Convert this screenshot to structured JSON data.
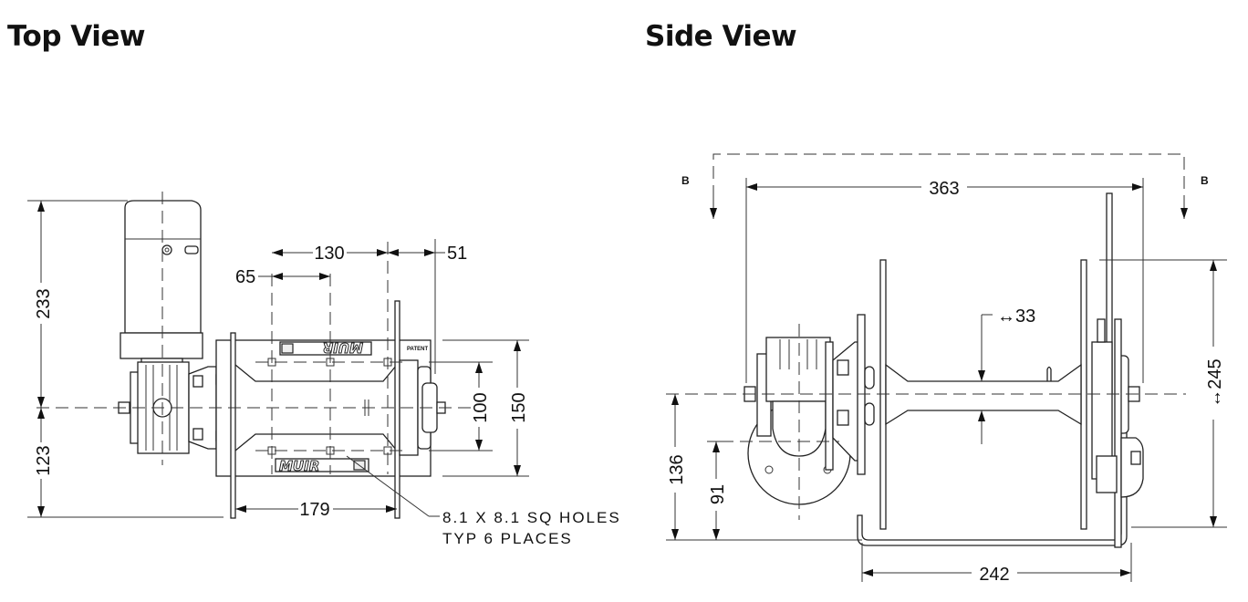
{
  "titles": {
    "top_view": "Top View",
    "side_view": "Side View"
  },
  "logo_text": "MUIR",
  "top_view": {
    "dimensions": {
      "d233": "233",
      "d123": "123",
      "d130": "130",
      "d51": "51",
      "d65": "65",
      "d100": "100",
      "d150": "150",
      "d179": "179"
    },
    "note": {
      "line1": "8.1 X 8.1 SQ HOLES",
      "line2": "TYP 6 PLACES"
    }
  },
  "side_view": {
    "section_labels": {
      "left": "B",
      "right": "B"
    },
    "dimensions": {
      "d363": "363",
      "d33": "↔33",
      "d245": "↔245",
      "d136": "136",
      "d91": "91",
      "d242": "242"
    }
  }
}
